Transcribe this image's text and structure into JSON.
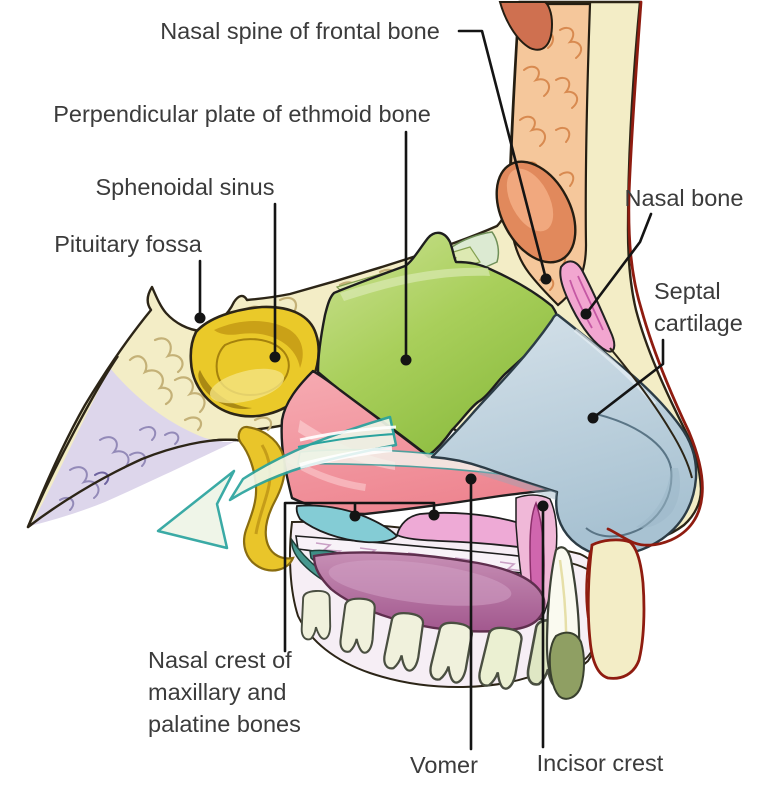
{
  "figure": {
    "background_color": "#ffffff",
    "label_text_color": "#3b3b3b",
    "leader_line_color": "#141414"
  },
  "labels": {
    "nasal_spine_of_frontal_bone": "Nasal spine of frontal bone",
    "perpendicular_plate_of_ethmoid_bone": "Perpendicular plate of ethmoid bone",
    "sphenoidal_sinus": "Sphenoidal sinus",
    "pituitary_fossa": "Pituitary fossa",
    "nasal_bone": "Nasal bone",
    "septal_cartilage": [
      "Septal",
      "cartilage"
    ],
    "nasal_crest": [
      "Nasal crest of",
      "maxillary and",
      "palatine bones"
    ],
    "vomer": "Vomer",
    "incisor_crest": "Incisor crest"
  },
  "palette": {
    "bone_cream": "#f3edc6",
    "outline_dark": "#2c2517",
    "profile_red": "#8f1c10",
    "ethmoid_green": "#a6cd57",
    "sphenoid_yellow": "#eac929",
    "vomer_pink": "#f09aa2",
    "septal_cartilage_blue": "#bfd3e0",
    "nasal_bone_pink": "#f2a6d0",
    "maxillary_crest_cyan": "#84ccd5",
    "palatine_crest_magenta": "#eeaad6",
    "incisor_crest_magenta": "#d066ae",
    "frontal_diploe_orange": "#f5c79b",
    "frontal_sinus_orange": "#e1895c",
    "palate_purple": "#b06a9e",
    "tooth_cream": "#f0f1dc",
    "airflow_arrow_teal": "#2aa39e",
    "lavender_bone": "#ddd6eb"
  }
}
